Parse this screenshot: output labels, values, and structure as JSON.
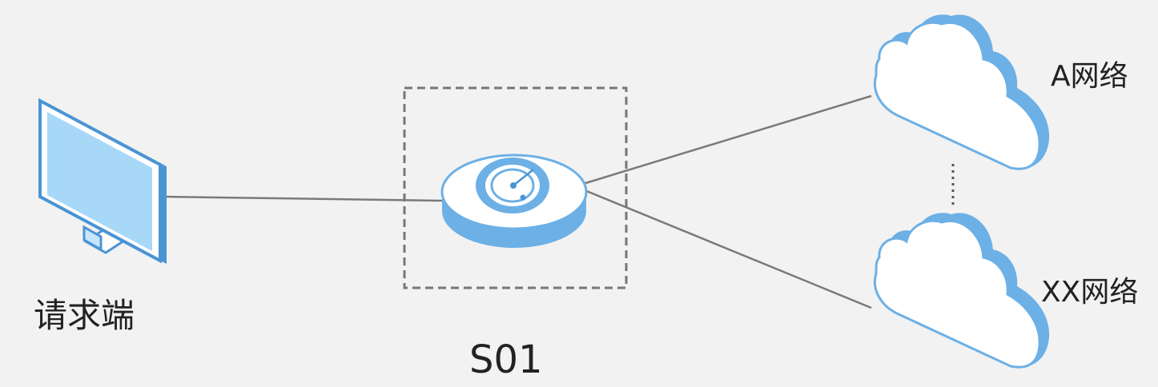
{
  "nodes": {
    "client": {
      "label": "请求端",
      "icon": "monitor-icon"
    },
    "gateway": {
      "label": "S01",
      "icon": "router-icon"
    },
    "network_a": {
      "label": "A网络",
      "icon": "cloud-icon"
    },
    "network_xx": {
      "label": "XX网络",
      "icon": "cloud-icon"
    }
  },
  "colors": {
    "background": "#f2f2f2",
    "accent_blue": "#6cb0e6",
    "dark_blue": "#4a94d4",
    "light_blue": "#a8d8f8",
    "face_white": "#ffffff",
    "link_line": "#7a7a7a",
    "dashed_box": "#777777"
  }
}
